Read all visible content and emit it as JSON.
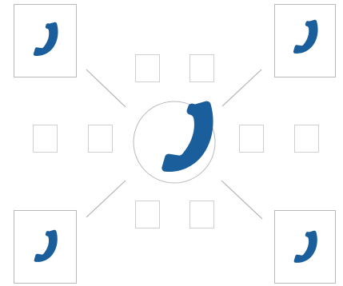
{
  "diagram": {
    "background_color": "#ffffff",
    "phone_color": "#1a5e9c",
    "frame_color": "#b9b9b9",
    "connector_color": "#b3b3b3",
    "placeholder_color": "#cfcfcf",
    "hub": {
      "shape": "circle",
      "icon": "phone-handset-icon"
    },
    "corner_nodes": [
      {
        "id": "top-left",
        "icon": "phone-handset-icon"
      },
      {
        "id": "top-right",
        "icon": "phone-handset-icon"
      },
      {
        "id": "bottom-left",
        "icon": "phone-handset-icon"
      },
      {
        "id": "bottom-right",
        "icon": "phone-handset-icon"
      }
    ],
    "placeholder_box_count": 8,
    "connector_count": 4
  }
}
